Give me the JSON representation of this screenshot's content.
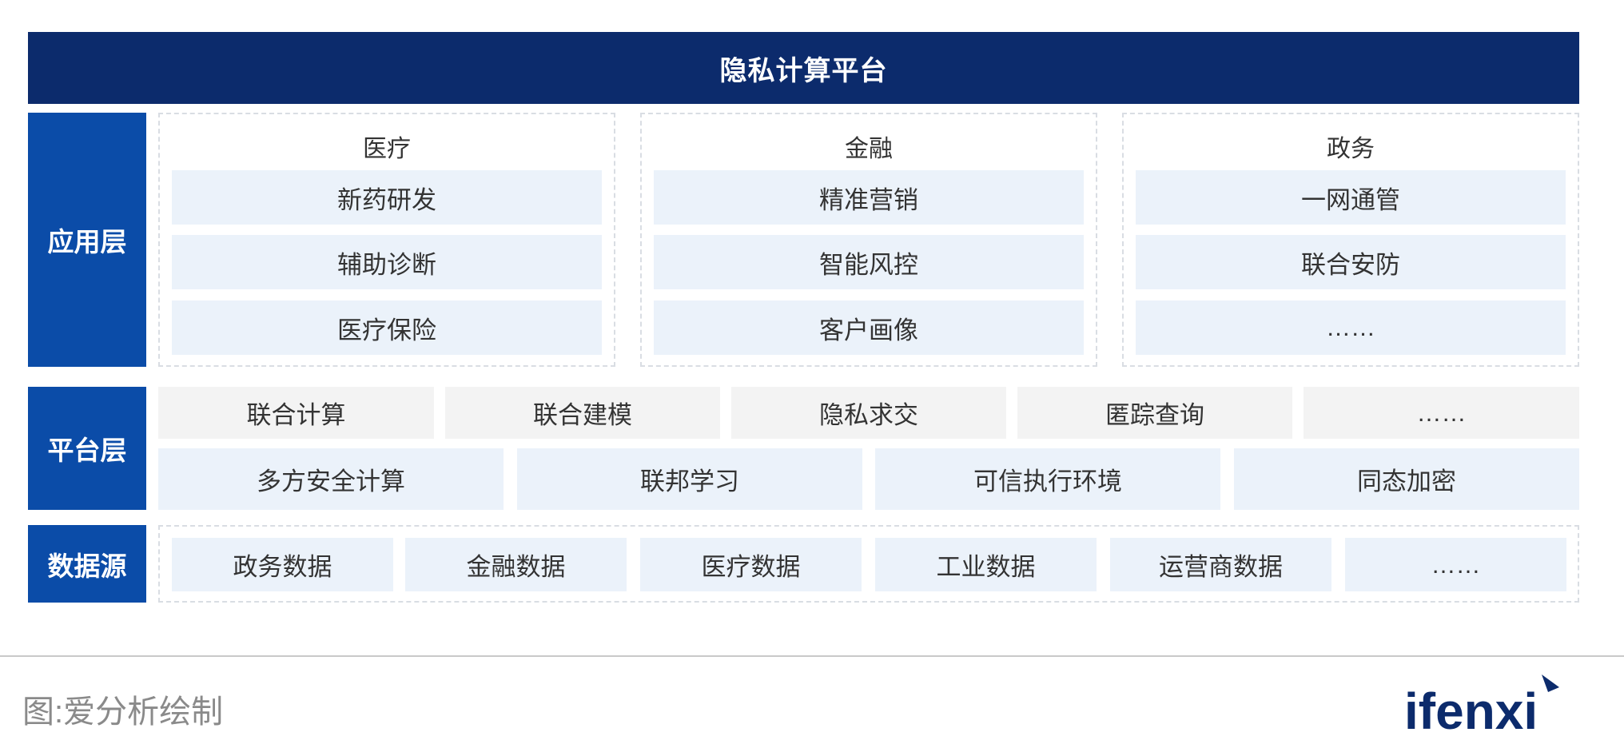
{
  "title": "隐私计算平台",
  "layers": {
    "application": {
      "label": "应用层",
      "categories": [
        {
          "title": "医疗",
          "items": [
            "新药研发",
            "辅助诊断",
            "医疗保险"
          ]
        },
        {
          "title": "金融",
          "items": [
            "精准营销",
            "智能风控",
            "客户画像"
          ]
        },
        {
          "title": "政务",
          "items": [
            "一网通管",
            "联合安防",
            "……"
          ]
        }
      ]
    },
    "platform": {
      "label": "平台层",
      "row1": [
        "联合计算",
        "联合建模",
        "隐私求交",
        "匿踪查询",
        "……"
      ],
      "row2": [
        "多方安全计算",
        "联邦学习",
        "可信执行环境",
        "同态加密"
      ]
    },
    "data": {
      "label": "数据源",
      "items": [
        "政务数据",
        "金融数据",
        "医疗数据",
        "工业数据",
        "运营商数据",
        "……"
      ]
    }
  },
  "footer": {
    "source": "图:爱分析绘制",
    "logo_text": "ifenxi"
  }
}
